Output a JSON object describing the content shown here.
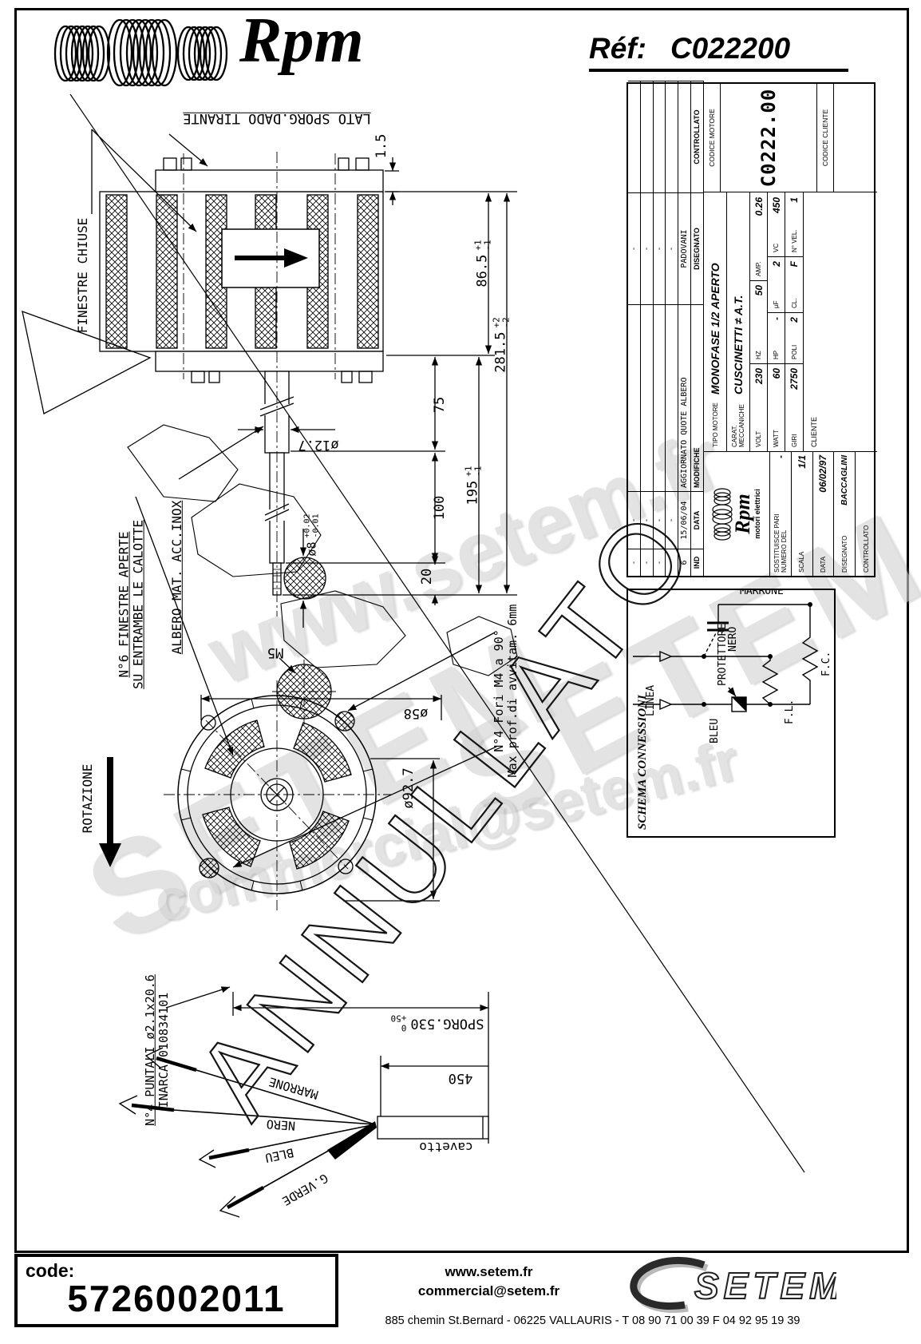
{
  "header": {
    "brand": "Rpm",
    "ref_label": "Réf:",
    "ref_value": "C022200"
  },
  "drawing": {
    "labels": {
      "lato": "LATO SPORG.DADO TIRANTE",
      "finestre_chiuse": "FINESTRE CHIUSE",
      "n6_1": "N°6 FINESTRE APERTE",
      "n6_2": "SU ENTRAMBE LE CALOTTE",
      "albero": "ALBERO MAT. ACC.INOX",
      "rotazione": "ROTAZIONE",
      "fori_1": "N°4 Fori M4 a 90°",
      "fori_2": "Max prof.di avvitam. 6mm",
      "puntali_1": "N°4 PUNTALI ø2.1x20.6",
      "puntali_2": "INARCA 010834101",
      "cavetto": "cavetto"
    },
    "dims": {
      "d1_5": "1.5",
      "d86": "86.5",
      "d86p": "+1",
      "d86m": "-1",
      "d281": "281.5",
      "d281p": "+2",
      "d281m": "-2",
      "d75": "75",
      "d100": "100",
      "d195": "195",
      "d195p": "+1",
      "d195m": "-1",
      "d20": "20",
      "d12": "ø12.7",
      "d8": "ø8",
      "d8p": "+0.02",
      "d8m": "-0.01",
      "m5": "M5",
      "d58": "ø58",
      "d92": "ø92.7",
      "sporg": "SPORG.530",
      "sporgp": "0",
      "sporgm": "+50",
      "d450": "450"
    },
    "wires": {
      "marrone": "MARRONE",
      "nero": "NERO",
      "bleu": "BLEU",
      "gverde": "G.VERDE"
    },
    "annullato": "ANNULLATO"
  },
  "watermarks": {
    "w1": "www.setem.fr",
    "w2": "SETEM",
    "w3": "SETEM",
    "w4": "commercial@setem.fr"
  },
  "title_block": {
    "revisions": {
      "headers": [
        "IND",
        "DATA",
        "MODIFICHE",
        "DISEGNATO",
        "CONTROLLATO"
      ],
      "rows": [
        [
          "-",
          "-",
          "",
          "-",
          ""
        ],
        [
          "-",
          "-",
          "",
          "-",
          ""
        ],
        [
          "-",
          "-",
          "",
          "-",
          ""
        ],
        [
          "-",
          "-",
          "",
          "-",
          ""
        ],
        [
          "6",
          "15/06/04",
          "AGGIORNATO QUOTE ALBERO",
          "PADOVANI",
          ""
        ]
      ]
    },
    "tipo_label": "TIPO MOTORE",
    "tipo": "MONOFASE 1/2 APERTO",
    "carat_label": "CARAT. MECCANICHE",
    "carat": "CUSCINETTI ≠ A.T.",
    "volt_label": "VOLT",
    "volt": "230",
    "hz_label": "HZ",
    "hz": "50",
    "amp_label": "AMP.",
    "amp": "0.26",
    "watt_label": "WATT",
    "watt": "60",
    "hp_label": "HP",
    "hp": "-",
    "uf_label": "µF",
    "uf": "2",
    "vc_label": "VC",
    "vc": "450",
    "giri_label": "GIRI",
    "giri": "2750",
    "poli_label": "POLI",
    "poli": "2",
    "cl_label": "CL.",
    "cl": "F",
    "nvel_label": "N° VEL.",
    "nvel": "1",
    "cliente_label": "CLIENTE",
    "codice_motore_label": "CODICE MOTORE",
    "codice_motore": "C0222.00",
    "codice_cliente_label": "CODICE CLIENTE",
    "logo": "Rpm",
    "logo_sub": "motori elettrici",
    "sost_label": "SOSTITUISCE PARI NUMERO DEL",
    "sost": "-",
    "scala_label": "SCALA",
    "scala": "1/1",
    "data_label": "DATA",
    "data": "06/02/97",
    "disegnato_label": "DISEGNATO",
    "disegnato": "BACCAGLINI",
    "controllato_label": "CONTROLLATO"
  },
  "schema": {
    "title": "SCHEMA CONNESSIONI",
    "linea": "LINEA",
    "bleu": "BLEU",
    "nero": "NERO",
    "marrone": "MARRONE",
    "protettore": "PROTETTORE",
    "fl": "F.L.",
    "fc": "F.C."
  },
  "footer": {
    "code_label": "code:",
    "code": "5726002011",
    "site": "www.setem.fr",
    "email": "commercial@setem.fr",
    "address": "885 chemin St.Bernard  -  06225 VALLAURIS  -  T 08 90 71 00 39   F 04 92 95 19 39",
    "brand": "SETEM"
  }
}
